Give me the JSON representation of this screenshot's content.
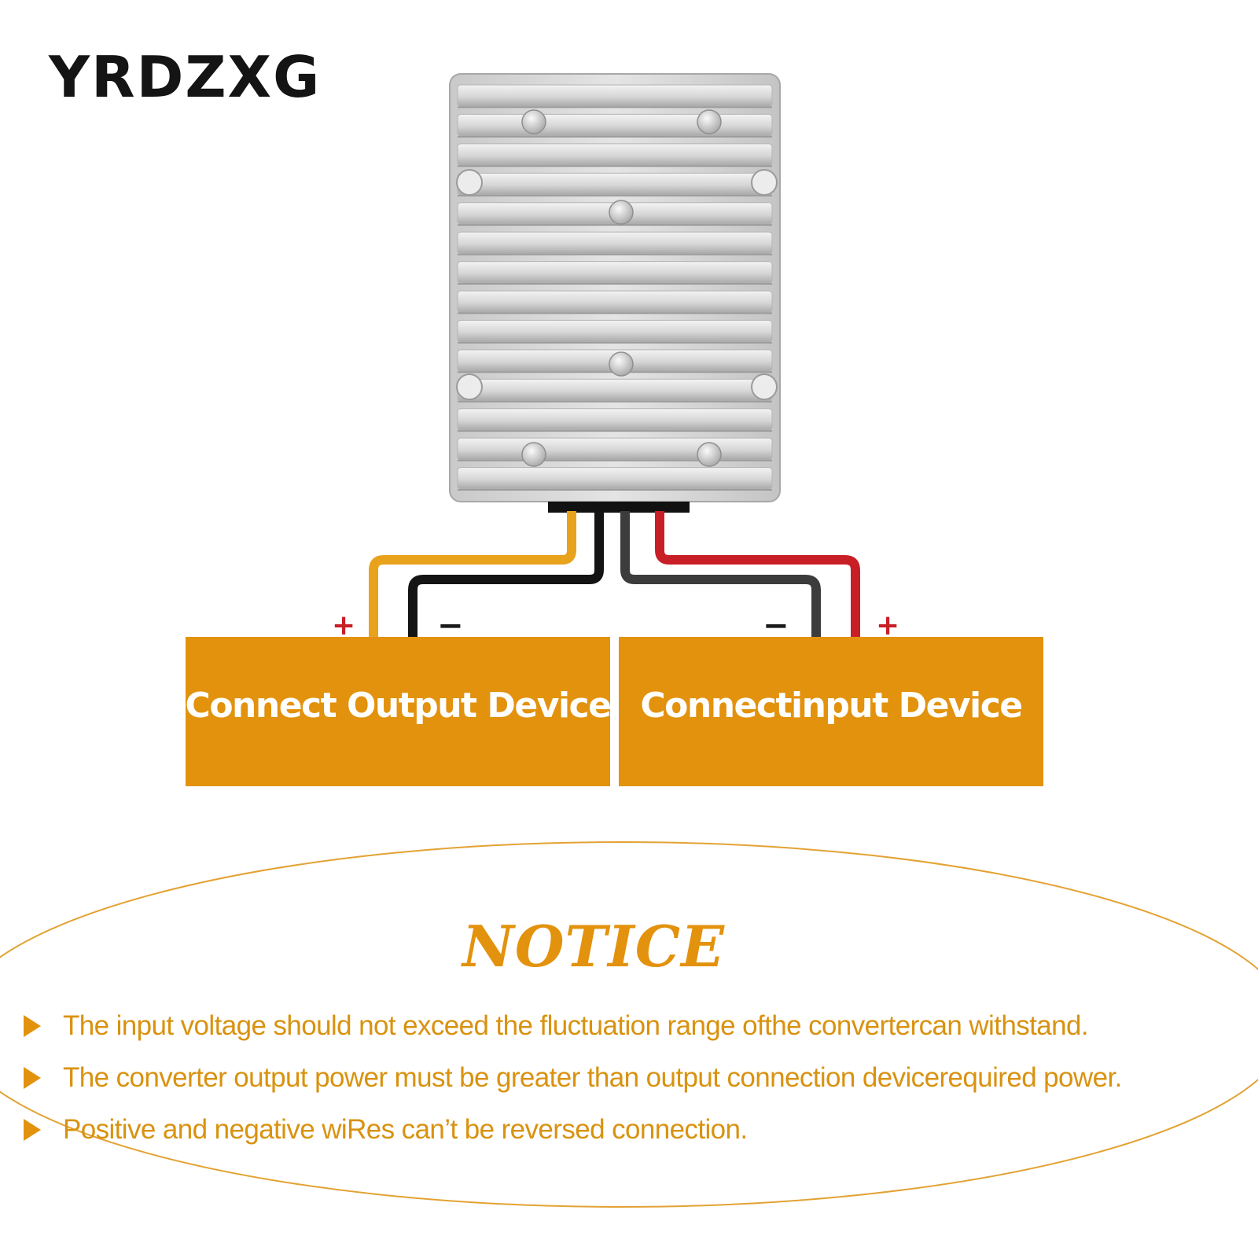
{
  "brand": "YRDZXG",
  "devices": {
    "output_label": "Connect Output Device",
    "input_label": "Connectinput Device"
  },
  "polarity": {
    "plus": "+",
    "minus": "−"
  },
  "wire_colors": {
    "output_positive": "#e8a21b",
    "output_negative": "#141414",
    "input_negative": "#3c3c3c",
    "input_positive": "#c81f27"
  },
  "accent_color": "#e3920d",
  "notice": {
    "title": "NOTICE",
    "items": [
      "The input voltage should not exceed the fluctuation range ofthe convertercan withstand.",
      "The converter output power must be greater than output connection devicerequired power.",
      "Positive and negative wiRes can’t be reversed connection."
    ]
  }
}
